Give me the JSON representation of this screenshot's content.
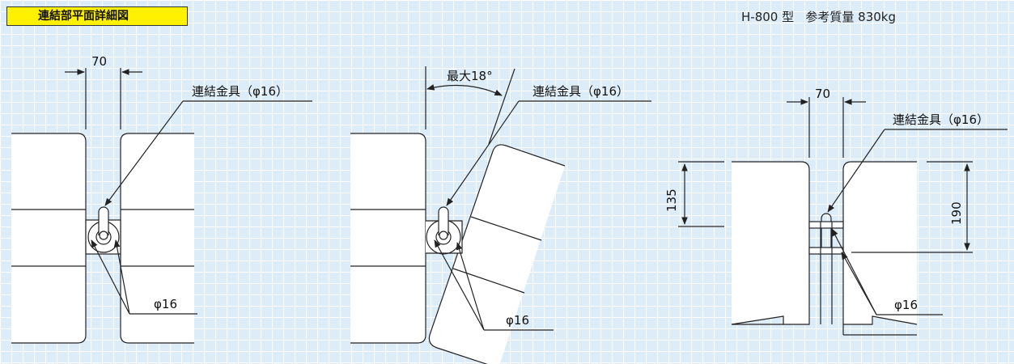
{
  "header": {
    "title": "連結部平面詳細図",
    "model": "H-800 型",
    "weight": "参考質量 830kg"
  },
  "labels": {
    "fitting": "連結金具（φ16）",
    "diameter": "φ16",
    "angle": "最大18°",
    "gap": "70",
    "dim_left": "135",
    "dim_right": "190"
  }
}
